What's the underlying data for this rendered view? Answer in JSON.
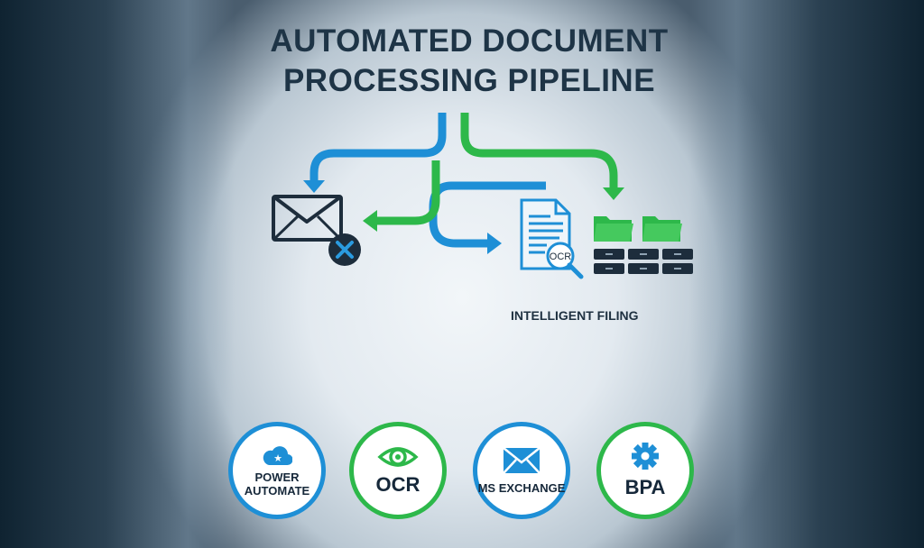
{
  "title": {
    "line1": "AUTOMATED DOCUMENT",
    "line2": "PROCESSING PIPELINE"
  },
  "diagram": {
    "filing_label": "INTELLIGENT FILING",
    "ocr_tag": "OCR",
    "icons": [
      "envelope-icon",
      "rejected-x-icon",
      "document-icon",
      "magnifier-icon",
      "folder-icon",
      "file-cabinet-icon"
    ]
  },
  "badges": [
    {
      "line1": "POWER",
      "line2": "AUTOMATE",
      "icon": "cloud-icon",
      "color": "#1e8fd6"
    },
    {
      "line1": "OCR",
      "icon": "eye-icon",
      "color": "#2db84a"
    },
    {
      "line1": "MS EXCHANGE",
      "icon": "mail-icon",
      "color": "#1e8fd6"
    },
    {
      "line1": "BPA",
      "icon": "gear-icon",
      "color": "#2db84a"
    }
  ],
  "colors": {
    "blue": "#1e8fd6",
    "green": "#2db84a",
    "dark": "#1d2d3c"
  }
}
